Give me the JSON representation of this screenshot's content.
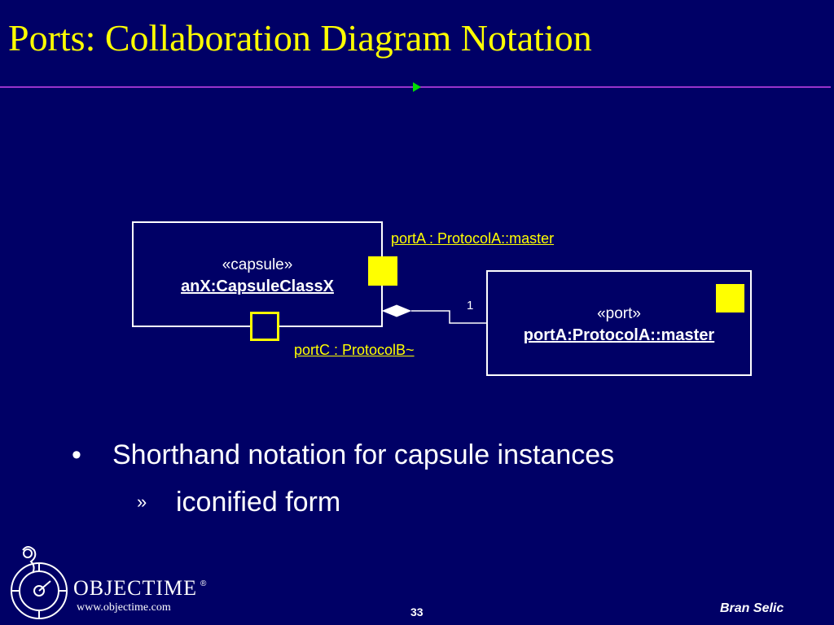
{
  "slide": {
    "title": "Ports: Collaboration Diagram Notation",
    "page_number": "33",
    "author": "Bran Selic"
  },
  "diagram": {
    "capsule": {
      "stereotype": "«capsule»",
      "instance": "anX:CapsuleClassX"
    },
    "port": {
      "stereotype": "«port»",
      "instance": "portA:ProtocolA::master"
    },
    "port_a_label": "portA : ProtocolA::master",
    "port_c_label": "portC : ProtocolB~",
    "multiplicity": "1"
  },
  "bullets": {
    "item1": {
      "mark": "•",
      "text": "Shorthand notation for capsule instances"
    },
    "item2": {
      "mark": "»",
      "text": "iconified form"
    }
  },
  "logo": {
    "brand": "OBJECTIME",
    "url": "www.objectime.com",
    "registered": "®"
  },
  "colors": {
    "background": "#000066",
    "title": "#ffff00",
    "rule": "#9933cc",
    "port": "#ffff00",
    "text": "#ffffff"
  }
}
